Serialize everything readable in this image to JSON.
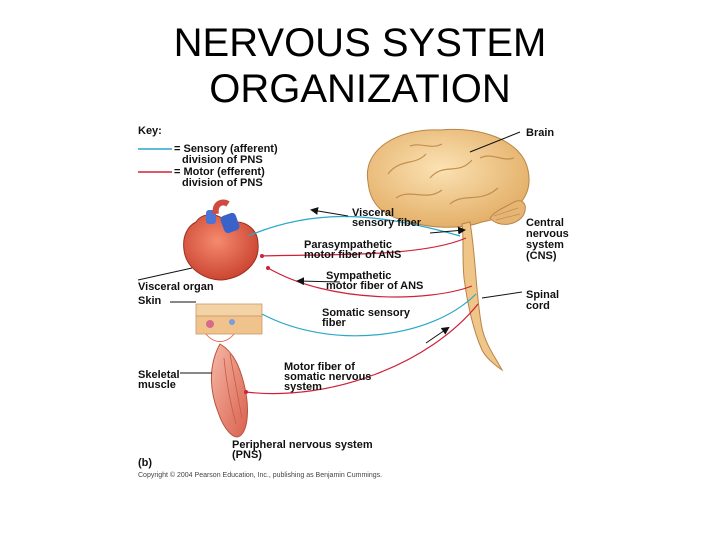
{
  "title": {
    "line1": "NERVOUS SYSTEM",
    "line2": "ORGANIZATION"
  },
  "key": {
    "heading": "Key:",
    "sensory_line1": "= Sensory (afferent)",
    "sensory_line2": "division of PNS",
    "motor_line1": "= Motor (efferent)",
    "motor_line2": "division of PNS"
  },
  "labels": {
    "brain": "Brain",
    "cns_line1": "Central",
    "cns_line2": "nervous",
    "cns_line3": "system",
    "cns_line4": "(CNS)",
    "spinal_line1": "Spinal",
    "spinal_line2": "cord",
    "visceral_sensory_line1": "Visceral",
    "visceral_sensory_line2": "sensory fiber",
    "parasympathetic_line1": "Parasympathetic",
    "parasympathetic_line2": "motor fiber of ANS",
    "sympathetic_line1": "Sympathetic",
    "sympathetic_line2": "motor fiber of ANS",
    "visceral_organ": "Visceral organ",
    "skin": "Skin",
    "somatic_sensory_line1": "Somatic sensory",
    "somatic_sensory_line2": "fiber",
    "motor_somatic_line1": "Motor fiber of",
    "motor_somatic_line2": "somatic nervous",
    "motor_somatic_line3": "system",
    "skeletal_line1": "Skeletal",
    "skeletal_line2": "muscle",
    "pns_line1": "Peripheral nervous system",
    "pns_line2": "(PNS)",
    "panel": "(b)",
    "copyright": "Copyright © 2004 Pearson Education, Inc., publishing as Benjamin Cummings."
  },
  "colors": {
    "sensory": "#2aa7c9",
    "motor": "#d0203a",
    "brain": "#f2c98a",
    "heart": "#e8604a",
    "muscle": "#e87f6e"
  }
}
